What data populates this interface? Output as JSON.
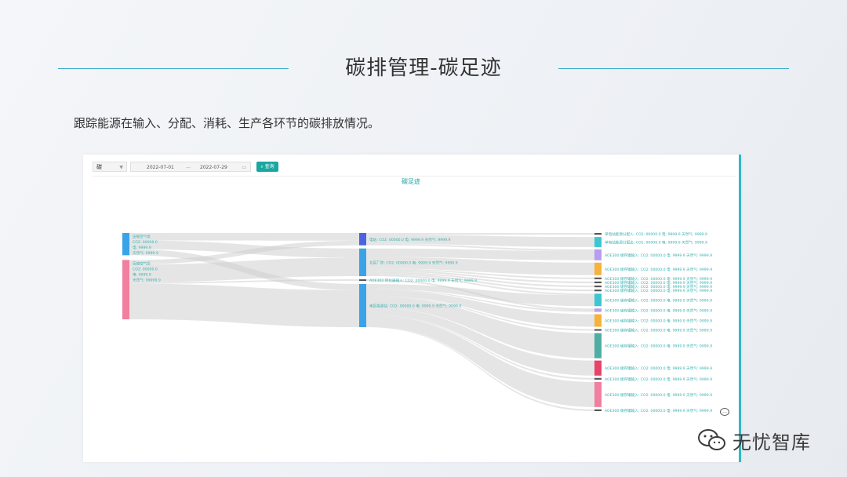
{
  "page": {
    "title": "碳排管理-碳足迹",
    "subtitle": "跟踪能源在输入、分配、消耗、生产各环节的碳排放情况。"
  },
  "toolbar": {
    "select_value": "碳",
    "date_start": "2022-07-01",
    "date_sep": "—",
    "date_end": "2022-07-29",
    "query_label": "查询"
  },
  "chart_data": {
    "type": "sankey",
    "title": "碳足迹",
    "colors": {
      "link": "#d0d0d0",
      "label": "#3bb0b0",
      "accent": "#1aa7a0"
    },
    "columns": [
      {
        "nodes": [
          {
            "id": "L1",
            "lines": [
              "压缩空气泵",
              "CO2: 00000.0",
              "电: 9999.9",
              "天然气: 9999.9"
            ],
            "color": "#3aa3e8",
            "weight": 3
          },
          {
            "id": "L2",
            "lines": [
              "压缩空气泵",
              "CO2: 00000.0",
              "电: 9999.9",
              "天然气: 99999.9"
            ],
            "color": "#f07fa0",
            "weight": 8
          }
        ]
      },
      {
        "nodes": [
          {
            "id": "M1",
            "lines": [
              "电站: CO2: 00000.0 电: 9999.9 天然气: 9999.9"
            ],
            "color": "#4b63e0",
            "weight": 1.6
          },
          {
            "id": "M2",
            "lines": [
              "北区厂房: CO2: 00000.0 电: 9999.9 天然气: 9999.9"
            ],
            "color": "#3aa3e8",
            "weight": 3.6
          },
          {
            "id": "M3",
            "lines": [
              "AOE302 转化器输入: CO2: 00000.0 电: 9999.9 天然气: 9999.9"
            ],
            "color": "#555555",
            "weight": 0.2
          },
          {
            "id": "M4",
            "lines": [
              "南区能源站: CO2: 00000.0 电: 9999.9 天然气: 9999.9"
            ],
            "color": "#3aa3e8",
            "weight": 5.6
          }
        ]
      },
      {
        "nodes": [
          {
            "id": "R1",
            "lines": [
              "单电站能源分配入: CO2: 00000.0 电: 9999.9 天然气: 9999.9"
            ],
            "color": "#555555",
            "weight": 0.2
          },
          {
            "id": "R2",
            "lines": [
              "单电站能源分配出: CO2: 00000.0 电: 9999.9 天然气: 9999.9"
            ],
            "color": "#3cc6d3",
            "weight": 1.2
          },
          {
            "id": "R3",
            "lines": [
              "AOE300 储存罐输入: CO2: 00000.0 电: 9999.9 天然气: 9999.9"
            ],
            "color": "#b79cf0",
            "weight": 1.3
          },
          {
            "id": "R4",
            "lines": [
              "AOE300 储存罐输入: CO2: 00000.0 电: 9999.9 天然气: 9999.9"
            ],
            "color": "#f6b23c",
            "weight": 1.5
          },
          {
            "id": "R5",
            "lines": [
              "AOE300 储存罐输入: CO2: 00000.0 电: 9999.9 天然气: 9999.9"
            ],
            "color": "#555555",
            "weight": 0.2
          },
          {
            "id": "R6",
            "lines": [
              "AOE300 储存罐输入: CO2: 00000.0 电: 9999.9 天然气: 9999.9"
            ],
            "color": "#555555",
            "weight": 0.2
          },
          {
            "id": "R7",
            "lines": [
              "AOE300 储存罐输入: CO2: 00000.0 电: 9999.9 天然气: 9999.9"
            ],
            "color": "#555555",
            "weight": 0.2
          },
          {
            "id": "R8",
            "lines": [
              "AOE300 储存罐输入: CO2: 00000.0 电: 9999.9 天然气: 9999.9"
            ],
            "color": "#555555",
            "weight": 0.2
          },
          {
            "id": "R9",
            "lines": [
              "AOE300 储存罐输入: CO2: 00000.0 电: 9999.9 天然气: 9999.9"
            ],
            "color": "#3cc6d3",
            "weight": 1.5
          },
          {
            "id": "R10",
            "lines": [
              "AOE300 储存罐输入: CO2: 00000.0 电: 9999.9 天然气: 9999.9"
            ],
            "color": "#b79cf0",
            "weight": 0.4
          },
          {
            "id": "R11",
            "lines": [
              "AOE300 储存罐输入: CO2: 00000.0 电: 9999.9 天然气: 9999.9"
            ],
            "color": "#f6b23c",
            "weight": 1.5
          },
          {
            "id": "R12",
            "lines": [
              "AOE300 储存罐输入: CO2: 00000.0 电: 9999.9 天然气: 9999.9"
            ],
            "color": "#555555",
            "weight": 0.2
          },
          {
            "id": "R13",
            "lines": [
              "AOE300 储存罐输入: CO2: 00000.0 电: 9999.9 天然气: 9999.9"
            ],
            "color": "#4fada3",
            "weight": 3.0
          },
          {
            "id": "R14",
            "lines": [
              "AOE300 储存罐输入: CO2: 00000.0 电: 9999.9 天然气: 9999.9"
            ],
            "color": "#e8436a",
            "weight": 1.8
          },
          {
            "id": "R15",
            "lines": [
              "AOE300 储存罐输入: CO2: 00000.0 电: 9999.9 天然气: 9999.9"
            ],
            "color": "#555555",
            "weight": 0.2
          },
          {
            "id": "R16",
            "lines": [
              "AOE300 储存罐输入: CO2: 00000.0 电: 9999.9 天然气: 9999.9"
            ],
            "color": "#f07fa0",
            "weight": 3.0
          },
          {
            "id": "R17",
            "lines": [
              "AOE300 储存罐输入: CO2: 00000.0 电: 9999.9 天然气: 9999.9"
            ],
            "color": "#555555",
            "weight": 0.2
          }
        ]
      }
    ],
    "links": [
      {
        "source": "L1",
        "target": "M1",
        "value": 1.0
      },
      {
        "source": "L1",
        "target": "M2",
        "value": 1.2
      },
      {
        "source": "L1",
        "target": "M4",
        "value": 0.8
      },
      {
        "source": "L2",
        "target": "M1",
        "value": 0.6
      },
      {
        "source": "L2",
        "target": "M2",
        "value": 2.4
      },
      {
        "source": "L2",
        "target": "M3",
        "value": 0.2
      },
      {
        "source": "L2",
        "target": "M4",
        "value": 4.8
      },
      {
        "source": "M1",
        "target": "R1",
        "value": 0.2
      },
      {
        "source": "M1",
        "target": "R2",
        "value": 1.2
      },
      {
        "source": "M1",
        "target": "R3",
        "value": 0.2
      },
      {
        "source": "M2",
        "target": "R3",
        "value": 1.1
      },
      {
        "source": "M2",
        "target": "R4",
        "value": 1.5
      },
      {
        "source": "M2",
        "target": "R5",
        "value": 0.2
      },
      {
        "source": "M2",
        "target": "R6",
        "value": 0.2
      },
      {
        "source": "M2",
        "target": "R7",
        "value": 0.2
      },
      {
        "source": "M2",
        "target": "R8",
        "value": 0.2
      },
      {
        "source": "M2",
        "target": "R9",
        "value": 0.2
      },
      {
        "source": "M3",
        "target": "R10",
        "value": 0.2
      },
      {
        "source": "M4",
        "target": "R9",
        "value": 1.3
      },
      {
        "source": "M4",
        "target": "R10",
        "value": 0.2
      },
      {
        "source": "M4",
        "target": "R11",
        "value": 1.5
      },
      {
        "source": "M4",
        "target": "R12",
        "value": 0.2
      },
      {
        "source": "M4",
        "target": "R13",
        "value": 3.0
      },
      {
        "source": "M4",
        "target": "R14",
        "value": 1.8
      },
      {
        "source": "M4",
        "target": "R15",
        "value": 0.2
      },
      {
        "source": "M4",
        "target": "R16",
        "value": 3.0
      },
      {
        "source": "M4",
        "target": "R17",
        "value": 0.2
      }
    ]
  },
  "watermark": {
    "text": "无忧智库",
    "icon": "wechat-icon"
  }
}
